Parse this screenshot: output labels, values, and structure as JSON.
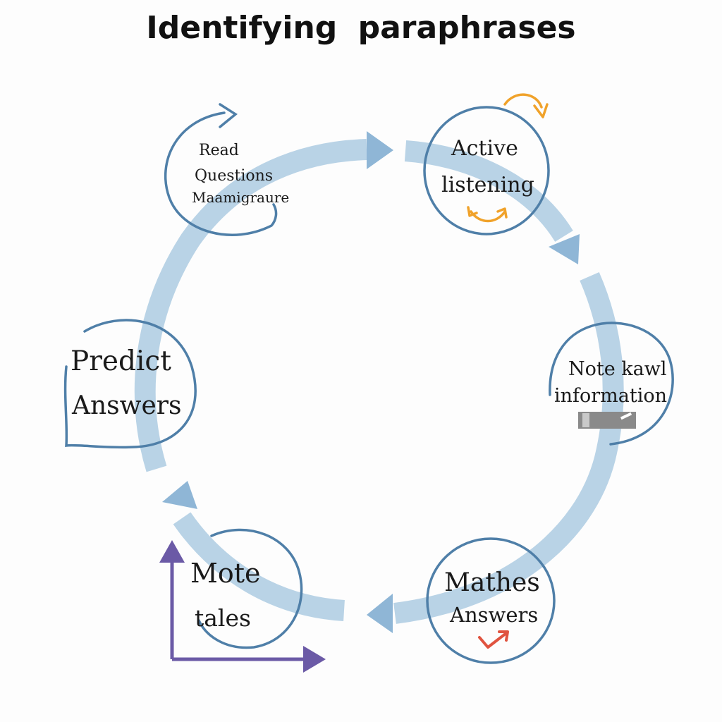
{
  "title": "Identifying  paraphrases",
  "colors": {
    "cycle_arrow": "#b9d3e6",
    "bubble_outline": "#4f7fa8",
    "accent_orange": "#f0a22a",
    "accent_purple": "#6b5aa6",
    "accent_red": "#e0533f",
    "marker_gray": "#8a8a8a"
  },
  "nodes": {
    "read_questions": {
      "lines": [
        "Read",
        "Questions",
        "Maamigraure"
      ]
    },
    "active_listening": {
      "lines": [
        "Active",
        "listening"
      ],
      "icon": "cycle-arrows-icon"
    },
    "note_information": {
      "lines": [
        "Note kawl",
        "information"
      ],
      "icon": "highlighter-icon"
    },
    "mathes_answers": {
      "lines": [
        "Mathes",
        "Answers"
      ],
      "icon": "check-arrow-icon"
    },
    "mote_tales": {
      "lines": [
        "Mote",
        "tales"
      ],
      "icon": "axes-icon"
    },
    "predict_answers": {
      "lines": [
        "Predict",
        "Answers"
      ]
    }
  }
}
